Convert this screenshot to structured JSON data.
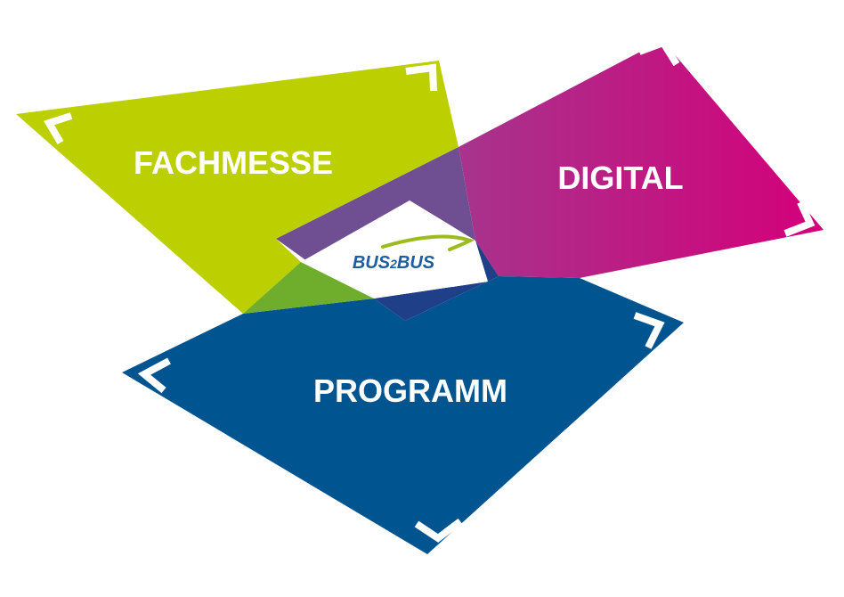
{
  "labels": {
    "fachmesse": "FACHMESSE",
    "digital": "DIGITAL",
    "programm": "PROGRAMM"
  },
  "logo": {
    "text_left": "BUS",
    "text_mid": "2",
    "text_right": "BUS"
  },
  "colors": {
    "fachmesse": "#bccf00",
    "digital": "#d4007a",
    "programm": "#005590",
    "overlap_fachmesse_digital": "#6f4f92",
    "overlap_fachmesse_programm": "#6fae2d",
    "overlap_digital_programm": "#1f3f88",
    "logo_blue": "#1f5d9c",
    "logo_green": "#9cbb1c",
    "center": "#ffffff"
  }
}
